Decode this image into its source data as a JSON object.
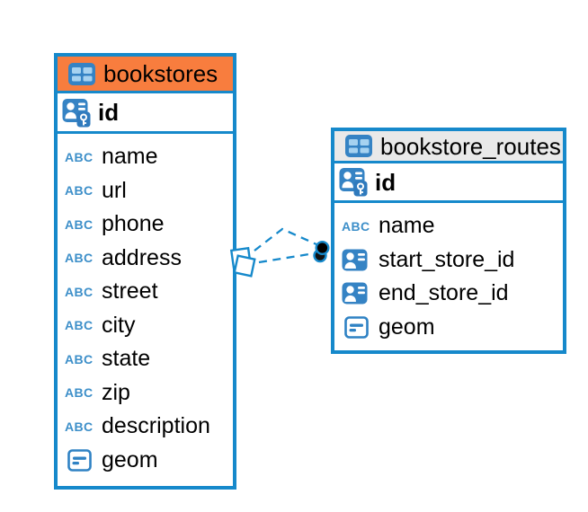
{
  "colors": {
    "table_border": "#1689cb",
    "selected_header_background": "#f87d3e",
    "default_header_background": "#e9e9e9",
    "icon_blue": "#3583c4",
    "text_type_icon_blue": "#3d8fc9",
    "connector_blue": "#1689cb",
    "text": "#000000",
    "canvas_background": "#ffffff"
  },
  "icons": {
    "text_type_label": "ABC"
  },
  "diagram": {
    "tables": [
      {
        "name": "bookstores",
        "header_style": "highlighted-orange",
        "primary_key": {
          "name": "id",
          "icon": "person-key"
        },
        "columns": [
          {
            "name": "name",
            "icon": "text"
          },
          {
            "name": "url",
            "icon": "text"
          },
          {
            "name": "phone",
            "icon": "text"
          },
          {
            "name": "address",
            "icon": "text"
          },
          {
            "name": "street",
            "icon": "text"
          },
          {
            "name": "city",
            "icon": "text"
          },
          {
            "name": "state",
            "icon": "text"
          },
          {
            "name": "zip",
            "icon": "text"
          },
          {
            "name": "description",
            "icon": "text"
          },
          {
            "name": "geom",
            "icon": "geometry"
          }
        ]
      },
      {
        "name": "bookstore_routes",
        "header_style": "default-gray",
        "primary_key": {
          "name": "id",
          "icon": "person-key"
        },
        "columns": [
          {
            "name": "name",
            "icon": "text"
          },
          {
            "name": "start_store_id",
            "icon": "reference"
          },
          {
            "name": "end_store_id",
            "icon": "reference"
          },
          {
            "name": "geom",
            "icon": "geometry"
          }
        ]
      }
    ],
    "relationship": {
      "line_style": "dashed",
      "line_count": 2,
      "from_table": "bookstore_routes",
      "to_table": "bookstores",
      "source_marker": "stacked-circle-endpoint",
      "target_marker": "stacked-diamond-handles"
    }
  }
}
